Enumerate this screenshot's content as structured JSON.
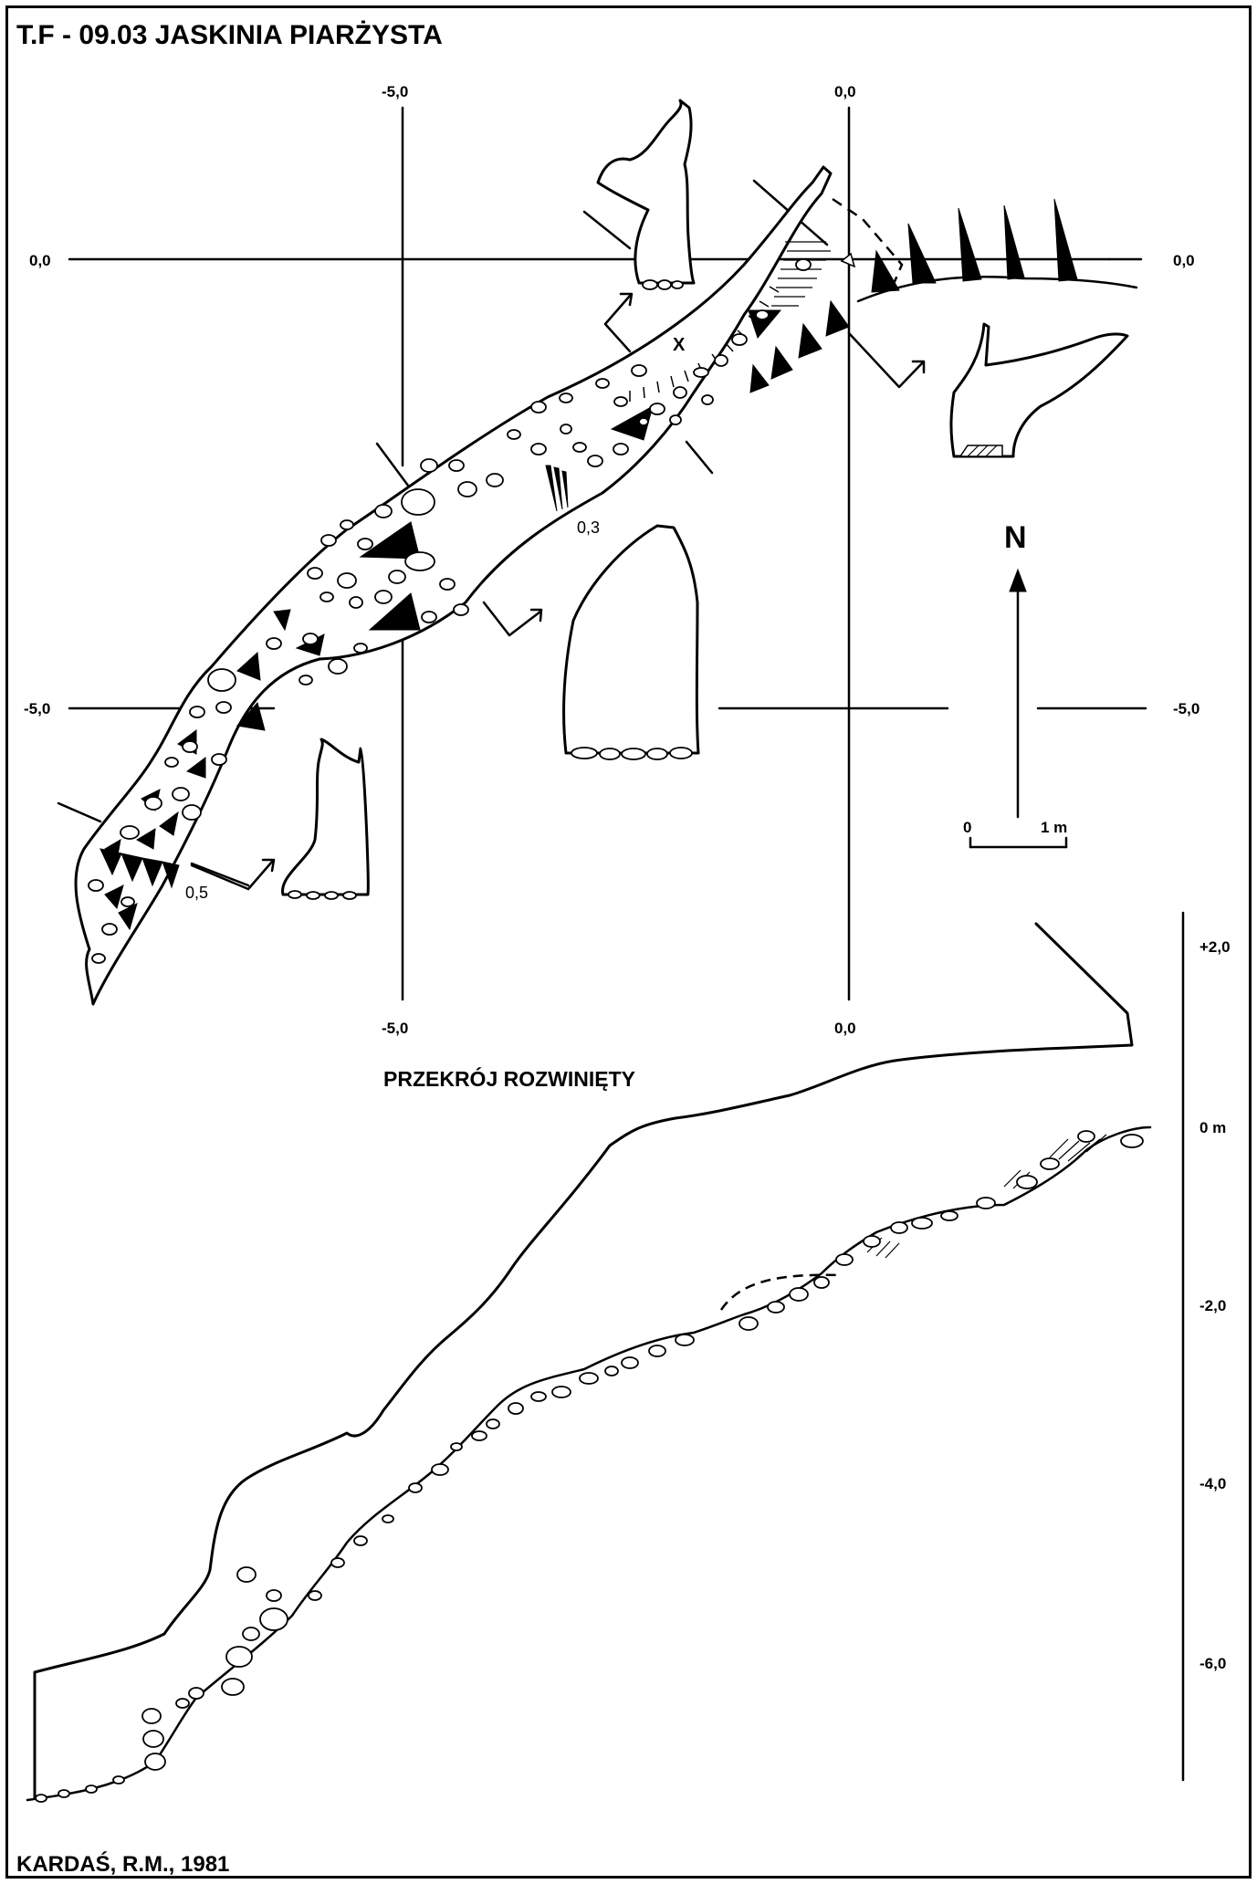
{
  "title": "T.F - 09.03  JASKINIA PIARŻYSTA",
  "author": "KARDAŚ, R.M., 1981",
  "section_title": "PRZEKRÓJ  ROZWINIĘTY",
  "north_label": "N",
  "scale_bar": {
    "start": "0",
    "end": "1 m"
  },
  "grid_labels": {
    "top_m5": "-5,0",
    "top_0": "0,0",
    "left_0": "0,0",
    "right_0": "0,0",
    "left_m5": "-5,0",
    "right_m5": "-5,0",
    "bottom_m5": "-5,0",
    "bottom_0": "0,0"
  },
  "plan_annotations": {
    "x_mark": "X",
    "depth_1": "0,3",
    "depth_2": "0,5"
  },
  "elevation_scale": [
    "+2,0",
    "0 m",
    "-2,0",
    "-4,0",
    "-6,0"
  ]
}
